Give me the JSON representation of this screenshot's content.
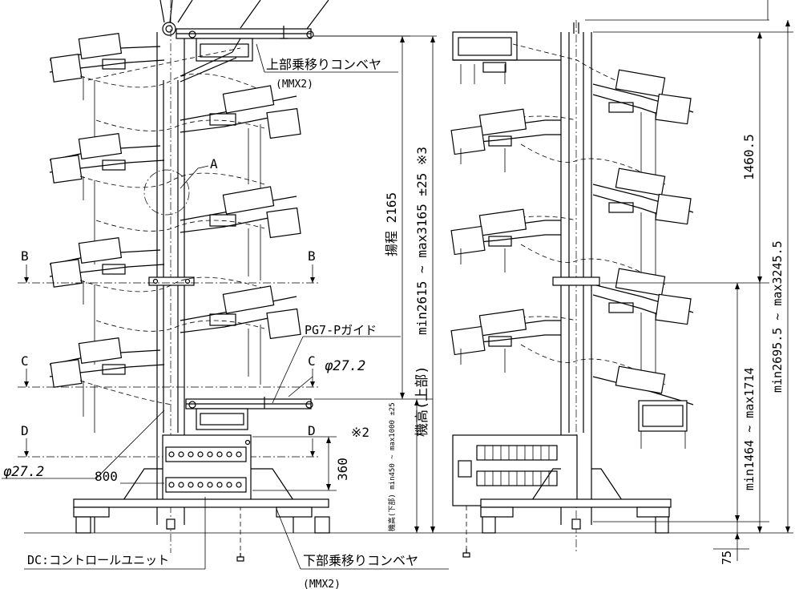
{
  "labels": {
    "upper_conveyor": "上部乗移りコンベヤ",
    "upper_conveyor_model": "(MMX2)",
    "lower_conveyor": "下部乗移りコンベヤ",
    "lower_conveyor_model": "(MMX2)",
    "guide": "PG7-Pガイド",
    "control_unit": "DC:コントロールユニット",
    "detail_a": "A",
    "section_b": "B",
    "section_c": "C",
    "section_d": "D",
    "phi_upper": "φ27.2",
    "phi_lower": "φ27.2",
    "dim_800": "800",
    "dim_360": "360",
    "lift_height": "揚程 2165",
    "lift_range": "min2615 ~ max3165 ±25 ※3",
    "machine_height_upper": "機高(上部)",
    "note_2": "※2",
    "machine_height_lower": "機高(下部) min450 ~ max1000 ±25",
    "dim_1460_5": "1460.5",
    "dim_range_upper_right": "min2695.5 ~ max3245.5",
    "dim_range_lower_right": "min1464 ~ max1714",
    "dim_75": "75"
  }
}
